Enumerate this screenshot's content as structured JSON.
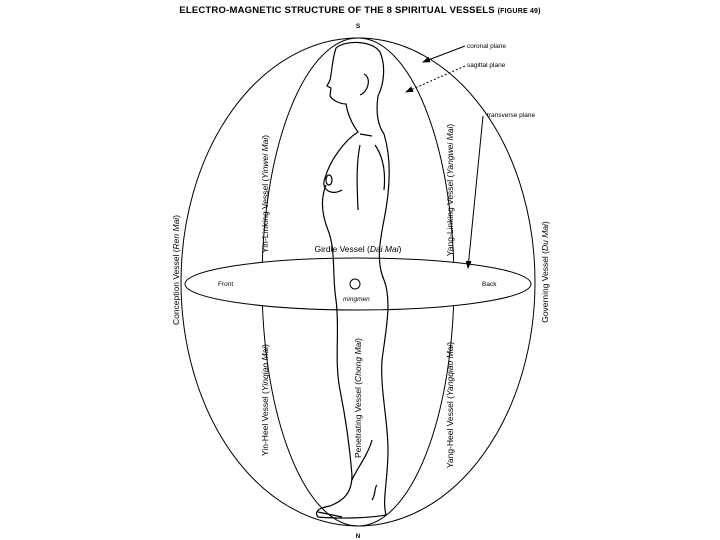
{
  "title": {
    "main": "ELECTRO-MAGNETIC STRUCTURE OF THE 8 SPIRITUAL VESSELS",
    "figure": "(FIGURE 49)"
  },
  "poles": {
    "top": "S",
    "bottom": "N"
  },
  "planes": {
    "coronal": "coronal plane",
    "sagittal": "sagittal plane",
    "transverse": "transverse plane"
  },
  "directions": {
    "front": "Front",
    "back": "Back"
  },
  "point": "mingmen",
  "vessels": {
    "conception": {
      "name": "Conception Vessel (",
      "italic": "Ren Mai",
      "end": ")"
    },
    "governing": {
      "name": "Governing Vessel (",
      "italic": "Du Mai",
      "end": ")"
    },
    "yin_linking": {
      "name": "Yin-Linking Vessel (",
      "italic": "Yinwei Mai",
      "end": ")"
    },
    "yang_linking": {
      "name": "Yang-Linking Vessel (",
      "italic": "Yangwei Mai",
      "end": ")"
    },
    "girdle": {
      "name": "Girdle Vessel (",
      "italic": "Dai Mai",
      "end": ")"
    },
    "yin_heel": {
      "name": "Yin-Heel Vessel (",
      "italic": "Yinqiao Mai",
      "end": ")"
    },
    "penetrating": {
      "name": "Penetrating Vessel (",
      "italic": "Chong Mai",
      "end": ")"
    },
    "yang_heel": {
      "name": "Yang-Heel Vessel (",
      "italic": "Yangqiao Mai",
      "end": ")"
    }
  }
}
